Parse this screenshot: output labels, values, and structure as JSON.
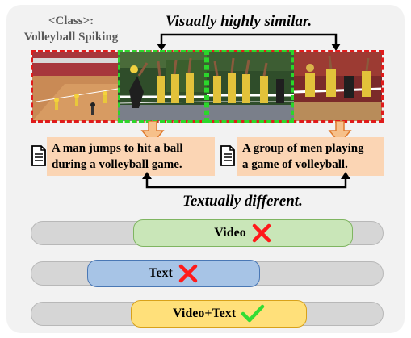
{
  "class_label": {
    "line1": "<Class>:",
    "line2": "Volleyball Spiking"
  },
  "header": {
    "visual": "Visually highly similar.",
    "textual": "Textually different."
  },
  "captions": [
    {
      "line1": "A man jumps to hit a ball",
      "line2": "during a volleyball game."
    },
    {
      "line1": "A group of men playing",
      "line2": "a game of volleyball."
    }
  ],
  "modalities": [
    {
      "label": "Video",
      "result": "incorrect",
      "result_icon": "cross-icon",
      "fill": "#c9e6b8",
      "border": "#7fb561"
    },
    {
      "label": "Text",
      "result": "incorrect",
      "result_icon": "cross-icon",
      "fill": "#a7c4e6",
      "border": "#4a78b5"
    },
    {
      "label": "Video+Text",
      "result": "correct",
      "result_icon": "check-icon",
      "fill": "#ffe07a",
      "border": "#d9a21a"
    }
  ],
  "colors": {
    "mismatch_box": "#e01b1b",
    "match_box": "#2bd62b",
    "caption_bg": "#fbd5b4",
    "cross": "#ff1a1a",
    "check": "#33dd33"
  }
}
